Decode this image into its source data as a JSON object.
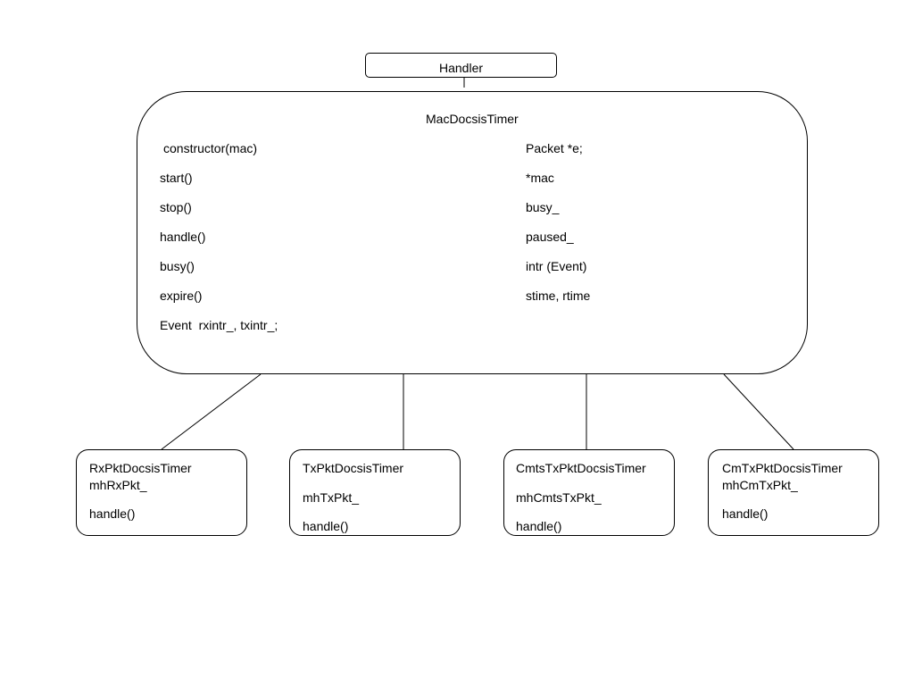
{
  "handler": {
    "label": "Handler"
  },
  "base_class": {
    "name": "MacDocsisTimer",
    "methods": [
      "constructor(mac)",
      "start()",
      "stop()",
      "handle()",
      "busy()",
      "expire()",
      "Event  rxintr_, txintr_;"
    ],
    "members": [
      "Packet *e;",
      "*mac",
      "busy_",
      "paused_",
      "intr (Event)",
      "stime, rtime"
    ]
  },
  "subclasses": [
    {
      "name": "RxPktDocsisTimer",
      "handler": "mhRxPkt_",
      "method": "handle()"
    },
    {
      "name": "TxPktDocsisTimer",
      "handler": "mhTxPkt_",
      "method": "handle()"
    },
    {
      "name": "CmtsTxPktDocsisTimer",
      "handler": "mhCmtsTxPkt_",
      "method": "handle()"
    },
    {
      "name": "CmTxPktDocsisTimer",
      "handler": "mhCmTxPkt_",
      "method": "handle()"
    }
  ]
}
